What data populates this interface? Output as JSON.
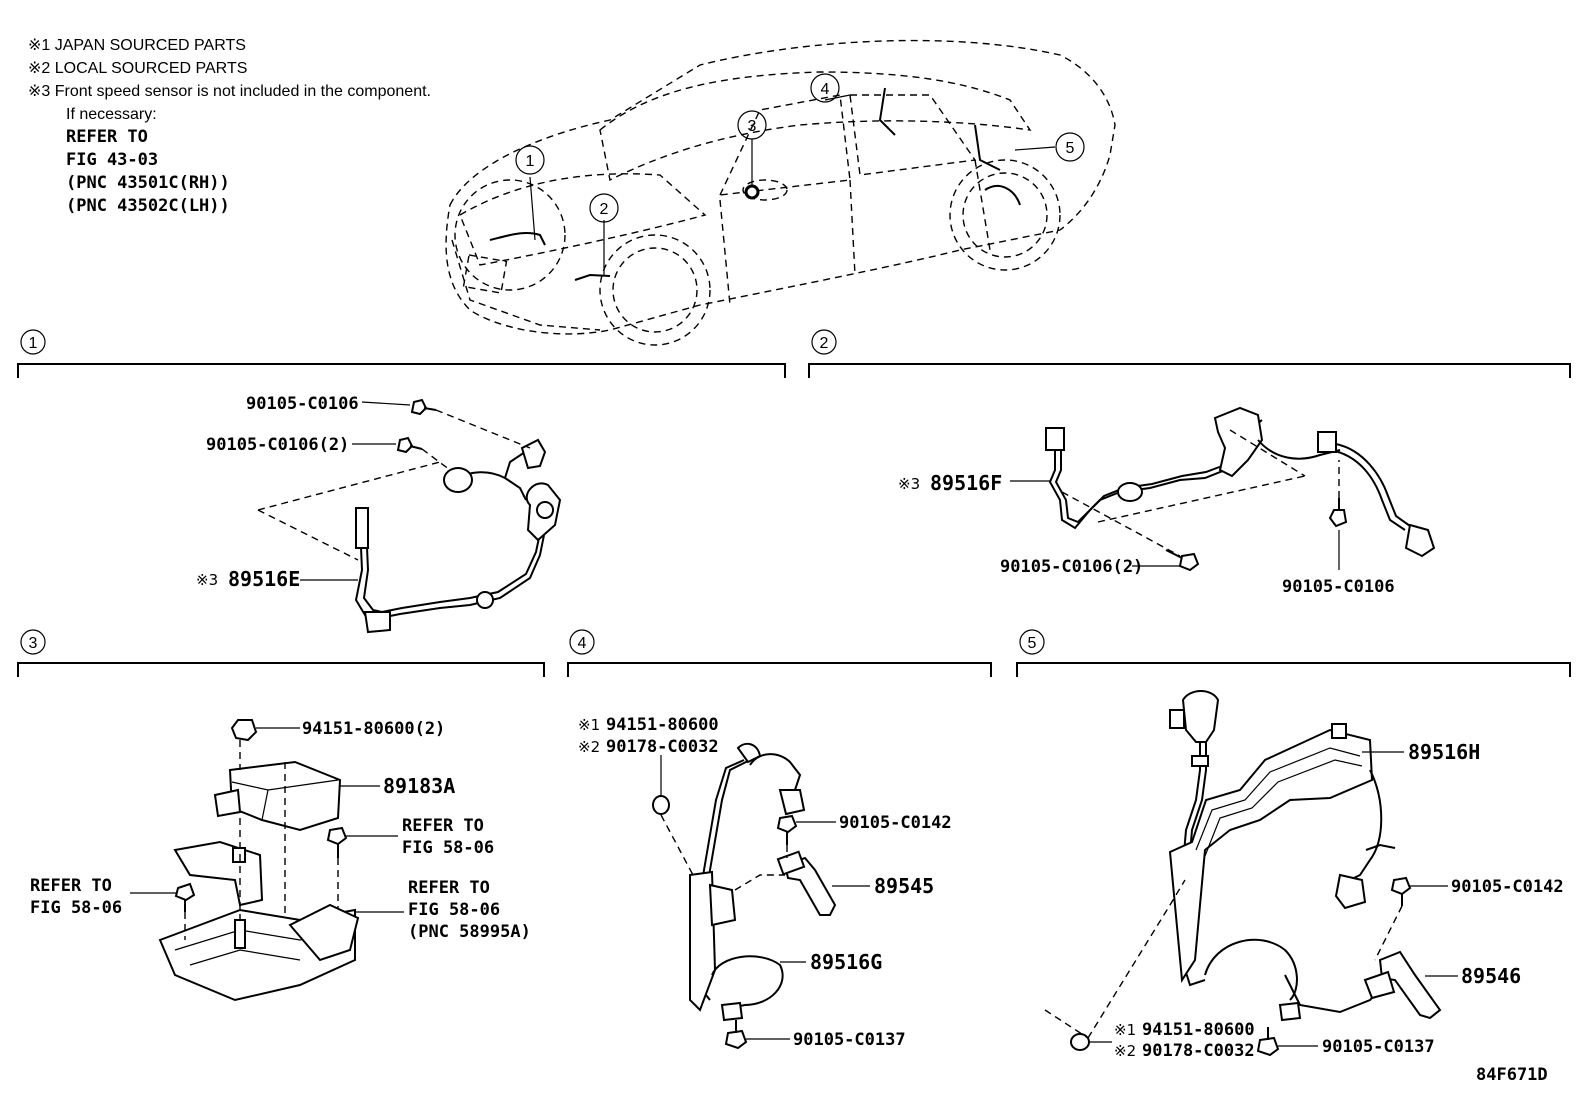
{
  "notes": {
    "line1": "※1 JAPAN SOURCED PARTS",
    "line2": "※2 LOCAL SOURCED PARTS",
    "line3": "※3 Front speed sensor is not included in the component.",
    "line4": "If necessary:",
    "line5": "REFER TO",
    "line6": "FIG 43-03",
    "line7": "(PNC 43501C(RH))",
    "line8": "(PNC 43502C(LH))"
  },
  "callouts": [
    "1",
    "2",
    "3",
    "4",
    "5"
  ],
  "section1": {
    "bolt_a": "90105-C0106",
    "bolt_b": "90105-C0106(2)",
    "sensor_mark": "※3",
    "sensor": "89516E"
  },
  "section2": {
    "sensor_mark": "※3",
    "sensor": "89516F",
    "bolt_a": "90105-C0106(2)",
    "bolt_b": "90105-C0106"
  },
  "section3": {
    "nut": "94151-80600(2)",
    "ecu": "89183A",
    "ref_right_1": "REFER TO",
    "ref_right_2": "FIG 58-06",
    "ref_left_1": "REFER TO",
    "ref_left_2": "FIG 58-06",
    "ref_bottom_1": "REFER TO",
    "ref_bottom_2": "FIG 58-06",
    "ref_bottom_3": "(PNC 58995A)"
  },
  "section4": {
    "nut_jp_mark": "※1",
    "nut_jp": "94151-80600",
    "nut_local_mark": "※2",
    "nut_local": "90178-C0032",
    "bolt_top": "90105-C0142",
    "sensor": "89545",
    "harness": "89516G",
    "bolt_bottom": "90105-C0137"
  },
  "section5": {
    "harness": "89516H",
    "bolt_top": "90105-C0142",
    "sensor": "89546",
    "nut_jp_mark": "※1",
    "nut_jp": "94151-80600",
    "nut_local_mark": "※2",
    "nut_local": "90178-C0032",
    "bolt_bottom": "90105-C0137"
  },
  "figure_id": "84F671D"
}
